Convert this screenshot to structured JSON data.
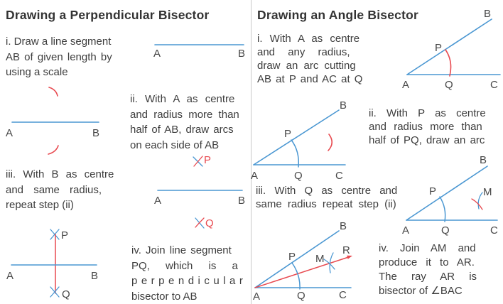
{
  "labels": {
    "A": "A",
    "B": "B",
    "C": "C",
    "P": "P",
    "Q": "Q",
    "M": "M",
    "R": "R"
  },
  "colors": {
    "line_blue": "#4a97d2",
    "construction_red": "#e84a50",
    "text": "#3d3d3d",
    "divider": "#c8c8c8"
  },
  "left": {
    "title": "Drawing a Perpendicular Bisector",
    "steps": {
      "i": {
        "lines": [
          "i. Draw a line segment",
          "AB of given length by",
          "using a scale"
        ]
      },
      "ii": {
        "lines": [
          "ii. With A as centre",
          "and radius more than",
          "half of AB, draw arcs",
          "on each side of AB"
        ]
      },
      "iii": {
        "lines": [
          "iii. With B as centre",
          "and same radius,",
          "repeat step (ii)"
        ]
      },
      "iv": {
        "lines": [
          "iv. Join line segment",
          "PQ, which is a",
          "perpendicular",
          "bisector to AB"
        ]
      }
    }
  },
  "right": {
    "title": "Drawing an Angle Bisector",
    "steps": {
      "i": {
        "lines": [
          "i. With A as centre",
          "and any radius,",
          "draw an arc cutting",
          "AB at P and AC at Q"
        ]
      },
      "ii": {
        "lines": [
          "ii. With P as centre",
          "and radius more than",
          "half of PQ, draw an arc"
        ]
      },
      "iii": {
        "lines": [
          "iii. With Q as centre and",
          "same radius repeat step (ii)"
        ]
      },
      "iv": {
        "lines": [
          "iv. Join AM and",
          "produce it to AR.",
          "The ray AR is",
          "bisector of ∠BAC"
        ]
      }
    }
  }
}
